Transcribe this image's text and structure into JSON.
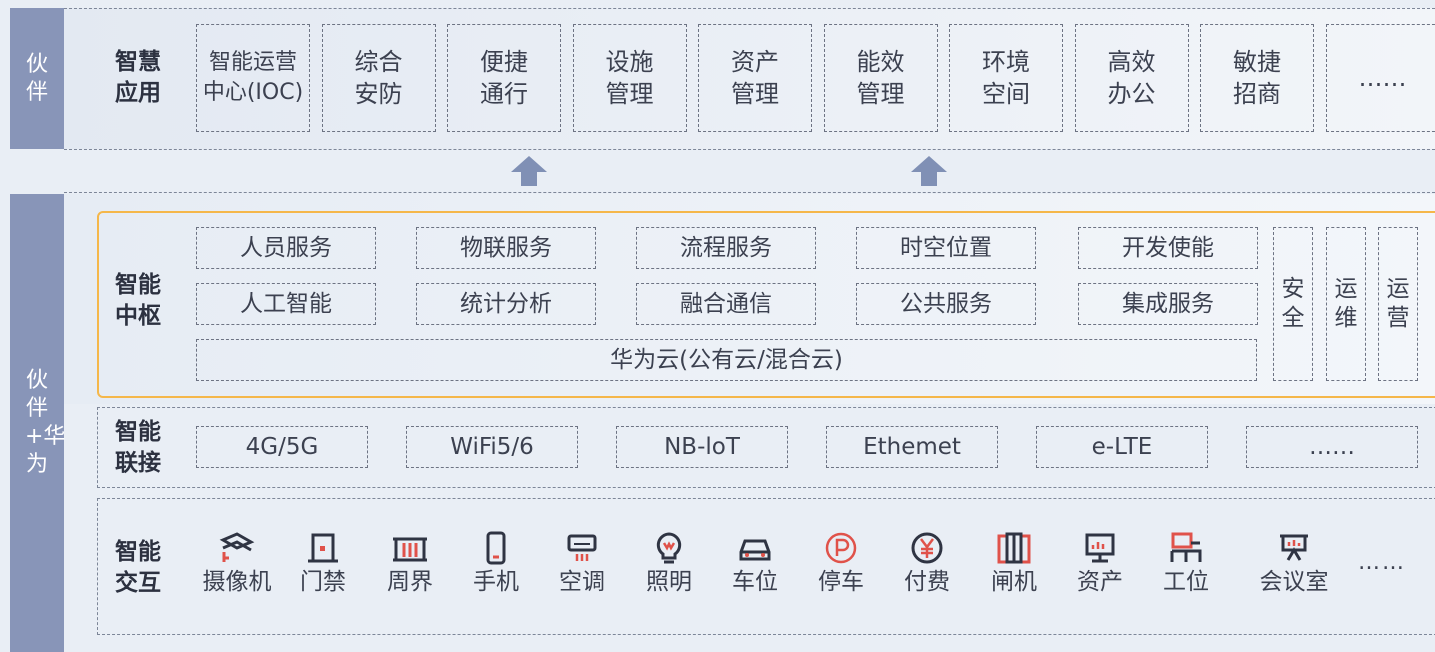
{
  "side_labels": {
    "top": "伙伴",
    "bottom": "伙伴+华为"
  },
  "apps": {
    "caption": "智慧应用",
    "items": [
      "智能运营中心(IOC)",
      "综合安防",
      "便捷通行",
      "设施管理",
      "资产管理",
      "能效管理",
      "环境空间",
      "高效办公",
      "敏捷招商",
      "……"
    ]
  },
  "hub": {
    "caption": "智能中枢",
    "row1": [
      "人员服务",
      "物联服务",
      "流程服务",
      "时空位置",
      "开发使能"
    ],
    "row2": [
      "人工智能",
      "统计分析",
      "融合通信",
      "公共服务",
      "集成服务"
    ],
    "cloud": "华为云(公有云/混合云)",
    "vertical": [
      "安全",
      "运维",
      "运营"
    ]
  },
  "connect": {
    "caption": "智能联接",
    "items": [
      "4G/5G",
      "WiFi5/6",
      "NB-loT",
      "Ethemet",
      "e-LTE",
      "……"
    ]
  },
  "interact": {
    "caption": "智能交互",
    "devices": [
      {
        "label": "摄像机",
        "icon": "camera-icon"
      },
      {
        "label": "门禁",
        "icon": "door-icon"
      },
      {
        "label": "周界",
        "icon": "fence-icon"
      },
      {
        "label": "手机",
        "icon": "phone-icon"
      },
      {
        "label": "空调",
        "icon": "air-conditioner-icon"
      },
      {
        "label": "照明",
        "icon": "bulb-icon"
      },
      {
        "label": "车位",
        "icon": "car-icon"
      },
      {
        "label": "停车",
        "icon": "parking-icon"
      },
      {
        "label": "付费",
        "icon": "yuan-icon"
      },
      {
        "label": "闸机",
        "icon": "gate-icon"
      },
      {
        "label": "资产",
        "icon": "monitor-icon"
      },
      {
        "label": "工位",
        "icon": "workstation-icon"
      },
      {
        "label": "会议室",
        "icon": "meeting-room-icon"
      }
    ],
    "more": "……"
  },
  "colors": {
    "side": "#8895b8",
    "accent": "#f5b74a",
    "icon": "#2f3443",
    "icon_red": "#e0524a",
    "arrow": "#8090b5"
  }
}
